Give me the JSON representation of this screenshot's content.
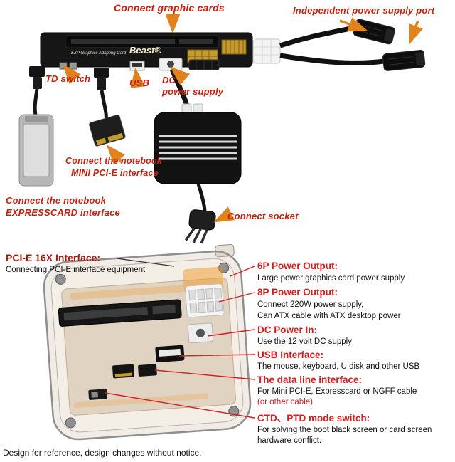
{
  "colors": {
    "top_label_red": "#c42310",
    "arrow_orange": "#e0821e",
    "heading_red": "#d21f1f",
    "left_heading_red": "#9e1c12",
    "text_black": "#101010"
  },
  "board": {
    "small_text": "EXP Graphics Adapting Card",
    "brand": "Beast®"
  },
  "top_labels": {
    "connect_graphic_cards": "Connect graphic cards",
    "independent_power": "Independent power supply port",
    "td_switch": "TD switch",
    "usb": "USB",
    "dc_line1": "DC",
    "dc_line2": "power supply",
    "mini_pcie_line1": "Connect the notebook",
    "mini_pcie_line2": "MINI PCI-E interface",
    "expresscard_line1": "Connect the notebook",
    "expresscard_line2": "EXPRESSCARD interface",
    "connect_socket": "Connect socket"
  },
  "bottom": {
    "left_item": {
      "title": "PCI-E 16X Interface:",
      "desc": "Connecting PCI-E interface equipment"
    },
    "items": [
      {
        "title": "6P Power Output:",
        "lines": [
          "Large power graphics card power supply"
        ]
      },
      {
        "title": "8P Power Output:",
        "lines": [
          "Connect 220W power supply,",
          "Can ATX cable with ATX desktop power"
        ]
      },
      {
        "title": "DC Power In:",
        "lines": [
          "Use the 12 volt DC supply"
        ]
      },
      {
        "title": "USB Interface:",
        "lines": [
          "The mouse, keyboard, U disk and other USB"
        ]
      },
      {
        "title": "The data line interface:",
        "lines": [
          "For Mini PCI-E, Expresscard or NGFF cable"
        ],
        "red_line": "(or other cable)"
      },
      {
        "title": "CTD、PTD mode switch:",
        "lines": [
          "For solving the boot black screen or card screen",
          "hardware conflict."
        ]
      }
    ],
    "footer": "Design for reference, design changes without notice."
  }
}
